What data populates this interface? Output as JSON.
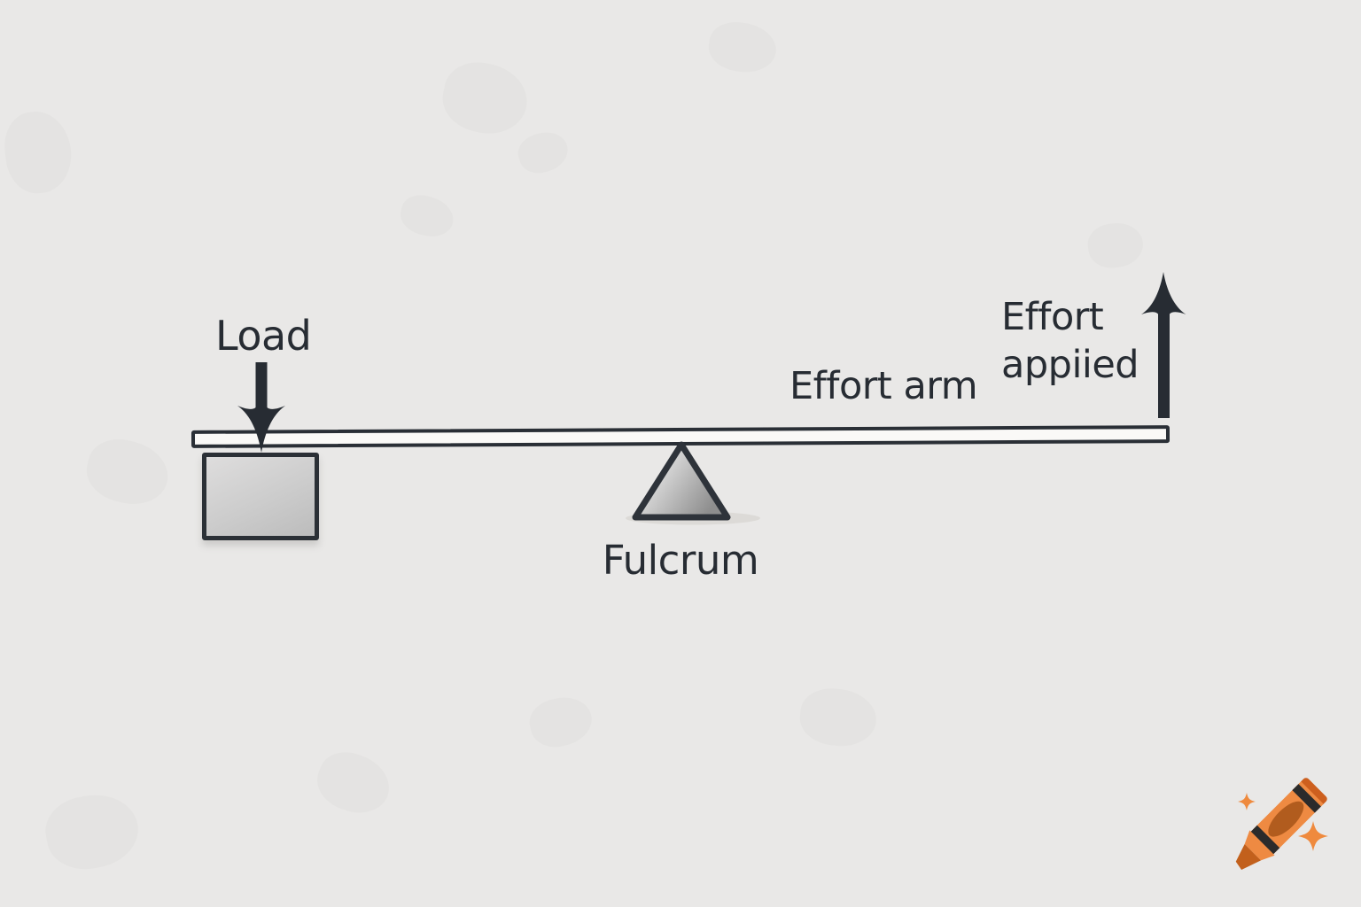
{
  "diagram": {
    "type": "lever-mechanics-diagram",
    "labels": {
      "load": "Load",
      "fulcrum": "Fulcrum",
      "effort_arm": "Effort arm",
      "effort_applied_line1": "Effort",
      "effort_applied_line2": "appiied"
    },
    "colors": {
      "background": "#e9e8e7",
      "ink": "#272c33",
      "beam_fill": "#faf9f7",
      "load_box_light": "#dedddd",
      "load_box_dark": "#bcbcbc",
      "fulcrum_light": "#e9e9e9",
      "fulcrum_dark": "#8e8e8e",
      "shadow": "#dcdad7"
    },
    "icons": {
      "down_arrow": "down-arrow-icon",
      "up_arrow": "up-arrow-icon",
      "fulcrum_shape": "fulcrum-triangle"
    }
  },
  "logo": {
    "name": "crayon-icon",
    "crayon_orange": "#ee8a42",
    "crayon_dark_orange": "#c2601c",
    "crayon_label_orange": "#b15c1e",
    "stripe_black": "#2b2b2b",
    "sparkle_color": "#ef8a3e"
  }
}
